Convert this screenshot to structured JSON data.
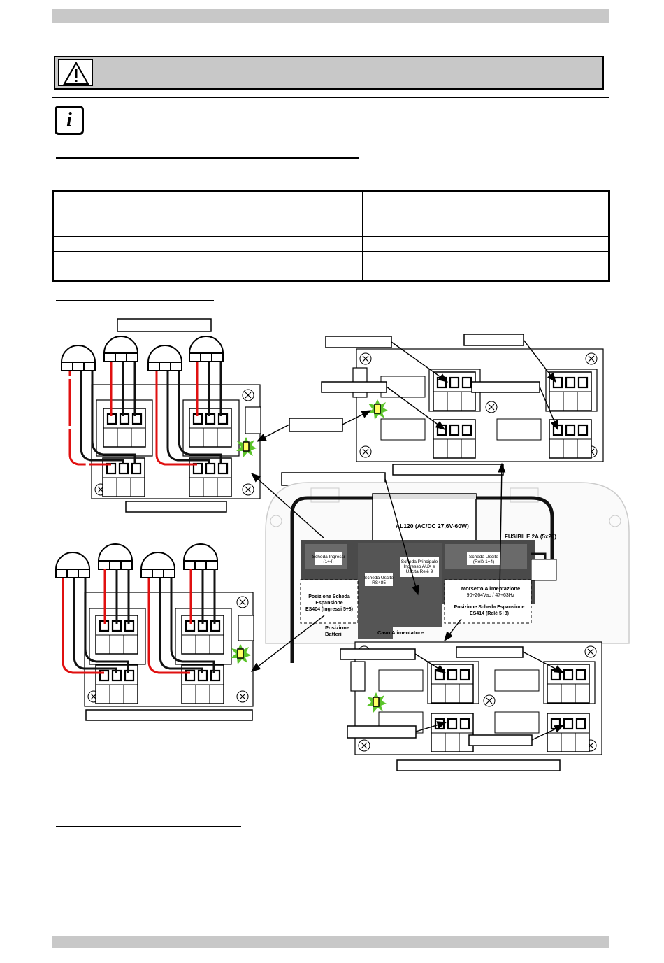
{
  "diagram_labels": {
    "fuse": "FUSIBILE 2A (5x20)",
    "al120": "AL120 (AC/DC 27,6V-60W)",
    "inputs_board_1": "Scheda Ingressi",
    "inputs_board_2": "(1÷4)",
    "main_board_1": "Scheda Principale",
    "main_board_2": "Ingresso AUX e",
    "main_board_3": "Uscita Relè 9",
    "outputs_board_1": "Scheda Uscite",
    "outputs_board_2": "(Relè 1÷4)",
    "rs485_board_1": "Scheda Uscite",
    "rs485_board_2": "RS485",
    "es404_1": "Posizione Scheda",
    "es404_2": "Espansione",
    "es404_3": "ES404  (Ingressi 5÷8)",
    "power_terminal": "Morsetto Alimentazione",
    "power_spec": "90÷264Vac / 47÷63Hz",
    "es414_1": "Posizione Scheda Espansione",
    "es414_2": "ES414  (Relè 5÷8)",
    "power_cable": "Cavo Alimentatore",
    "battery_1": "Posizione",
    "battery_2": "Batteri"
  },
  "colors": {
    "header_bar": "#c8c8c8",
    "wire_red": "#e01010",
    "wire_black": "#111111",
    "led_green": "#5bc42a",
    "led_yellow": "#ffff66",
    "board_fill": "#ffffff",
    "pcb_dark": "#3a3a3a"
  },
  "icons": {
    "warning": "warning-triangle-icon",
    "info": "info-i-icon"
  }
}
